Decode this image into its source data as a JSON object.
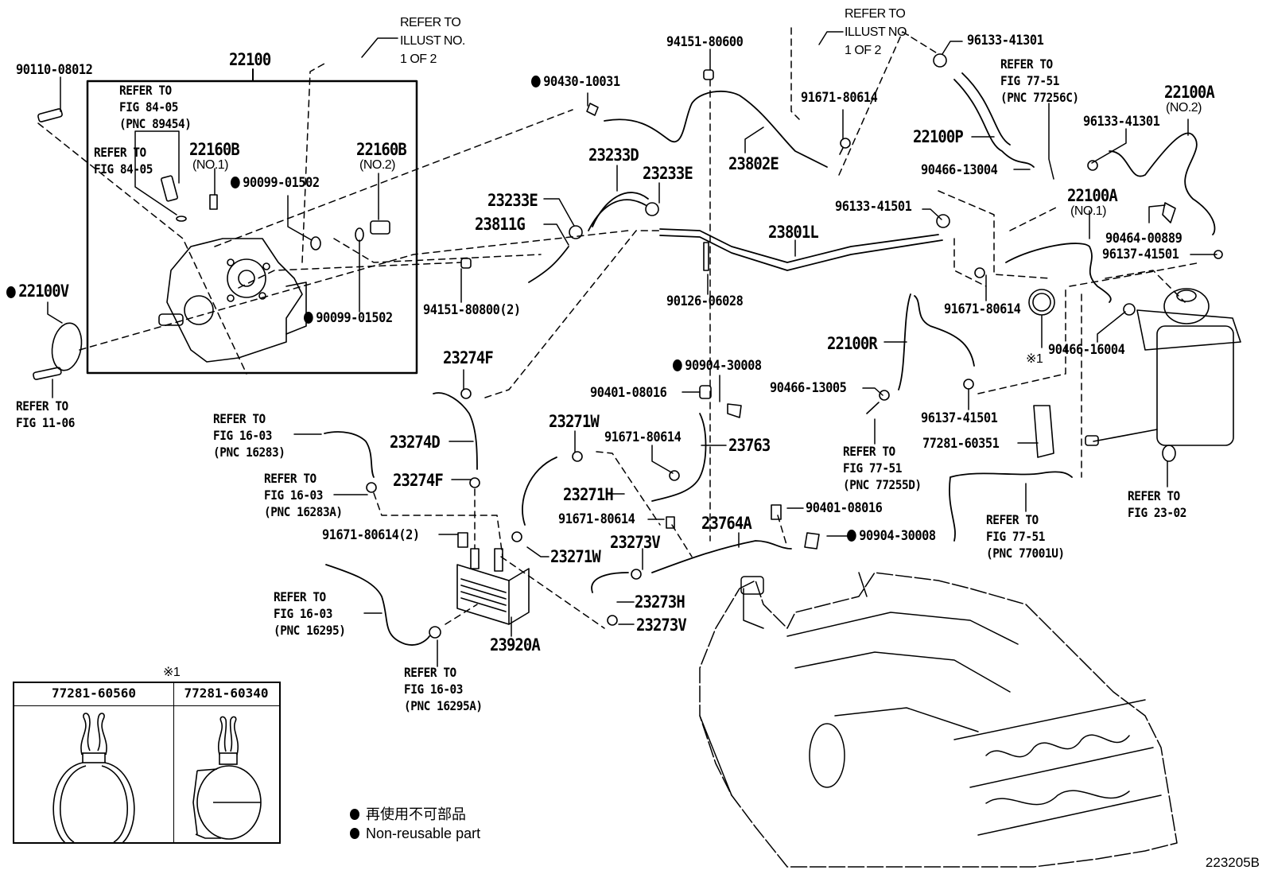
{
  "figure_code": "223205B",
  "legend": {
    "marker": "non-reusable-dot",
    "items": [
      "再使用不可部品",
      "Non-reusable part"
    ]
  },
  "callouts": {
    "c_90110_08012": "90110-08012",
    "c_22100": "22100",
    "c_ref_illust_1": "REFER TO\nILLUST NO.\n1 OF 2",
    "c_ref_fig8405_pnc": "REFER TO\nFIG 84-05\n(PNC 89454)",
    "c_ref_fig8405": "REFER TO\nFIG 84-05",
    "c_22160b_1": "22160B",
    "c_22160b_1_sub": "(NO.1)",
    "c_22160b_2": "22160B",
    "c_22160b_2_sub": "(NO.2)",
    "c_90099_01502_a": "90099-01502",
    "c_90099_01502_b": "90099-01502",
    "c_22100v": "22100V",
    "c_ref_fig1106": "REFER TO\nFIG 11-06",
    "c_90430_10031": "90430-10031",
    "c_94151_80600": "94151-80600",
    "c_ref_illust_2": "REFER TO\nILLUST NO.\n1 OF 2",
    "c_91671_80614_a": "91671-80614",
    "c_23802e": "23802E",
    "c_23233d": "23233D",
    "c_23233e_a": "23233E",
    "c_23233e_b": "23233E",
    "c_23811g": "23811G",
    "c_94151_80800": "94151-80800(2)",
    "c_23801l": "23801L",
    "c_90126_06028": "90126-06028",
    "c_96133_41301_a": "96133-41301",
    "c_ref_fig7751_c": "REFER TO\nFIG 77-51\n(PNC 77256C)",
    "c_22100a_2": "22100A",
    "c_22100a_2_sub": "(NO.2)",
    "c_96133_41301_b": "96133-41301",
    "c_22100p": "22100P",
    "c_90466_13004": "90466-13004",
    "c_22100a_1": "22100A",
    "c_22100a_1_sub": "(NO.1)",
    "c_96133_41501": "96133-41501",
    "c_90464_00889": "90464-00889",
    "c_96137_41501_a": "96137-41501",
    "c_91671_80614_b": "91671-80614",
    "c_90466_16004": "90466-16004",
    "c_note1": "※1",
    "c_22100r": "22100R",
    "c_90466_13005": "90466-13005",
    "c_96137_41501_b": "96137-41501",
    "c_ref_fig7751_d": "REFER TO\nFIG 77-51\n(PNC 77255D)",
    "c_77281_60351": "77281-60351",
    "c_ref_fig7751_u": "REFER TO\nFIG 77-51\n(PNC 77001U)",
    "c_ref_fig2302": "REFER TO\nFIG 23-02",
    "c_23274f_a": "23274F",
    "c_23274d": "23274D",
    "c_23274f_b": "23274F",
    "c_ref_fig1603_a": "REFER TO\nFIG 16-03\n(PNC 16283)",
    "c_ref_fig1603_b": "REFER TO\nFIG 16-03\n(PNC 16283A)",
    "c_91671_80614_2": "91671-80614(2)",
    "c_ref_fig1603_c": "REFER TO\nFIG 16-03\n(PNC 16295)",
    "c_ref_fig1603_d": "REFER TO\nFIG 16-03\n(PNC 16295A)",
    "c_23920a": "23920A",
    "c_90904_30008_a": "90904-30008",
    "c_90401_08016_a": "90401-08016",
    "c_23271w_a": "23271W",
    "c_91671_80614_c": "91671-80614",
    "c_23763": "23763",
    "c_23271h": "23271H",
    "c_91671_80614_d": "91671-80614",
    "c_23764a": "23764A",
    "c_90401_08016_b": "90401-08016",
    "c_90904_30008_b": "90904-30008",
    "c_23271w_b": "23271W",
    "c_23273v_a": "23273V",
    "c_23273h": "23273H",
    "c_23273v_b": "23273V"
  },
  "inset": {
    "title": "※1",
    "columns": [
      "77281-60560",
      "77281-60340"
    ]
  },
  "non_reusable_parts": [
    "22100V",
    "90099-01502",
    "90430-10031",
    "90904-30008"
  ]
}
